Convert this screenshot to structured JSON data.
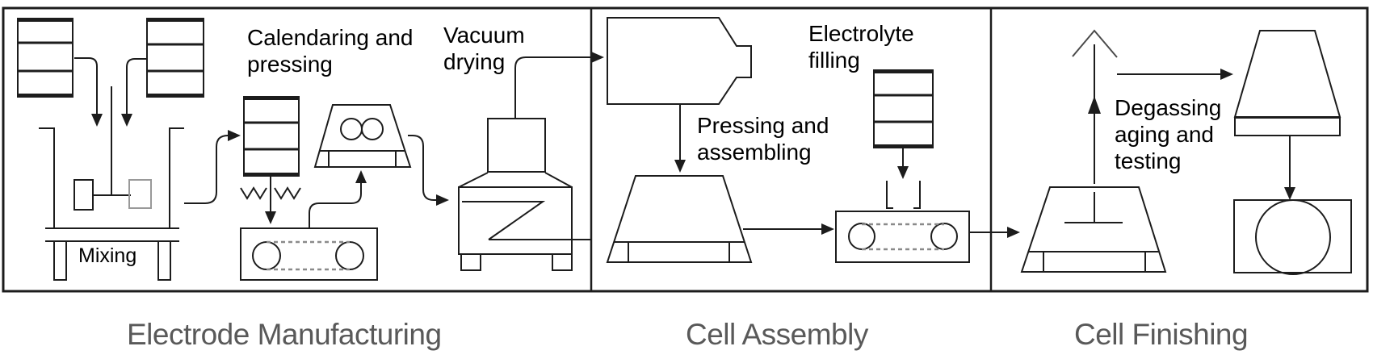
{
  "diagram": {
    "title_hint": "Battery cell production process flow",
    "stage_labels": [
      "Electrode Manufacturing",
      "Cell Assembly",
      "Cell Finishing"
    ],
    "process_labels": {
      "mixing": "Mixing",
      "calendaring": "Calendaring and\npressing",
      "vacuum": "Vacuum\ndrying",
      "pressing_assembling": "Pressing and\nassembling",
      "electrolyte": "Electrolyte\nfilling",
      "degassing": "Degassing\naging and\ntesting"
    },
    "colors": {
      "line": "#1c1c1c",
      "stage_label_gray": "#595959",
      "belt_dash_gray": "#8a8a8a",
      "paddle_gray": "#999999",
      "background": "#ffffff"
    }
  }
}
